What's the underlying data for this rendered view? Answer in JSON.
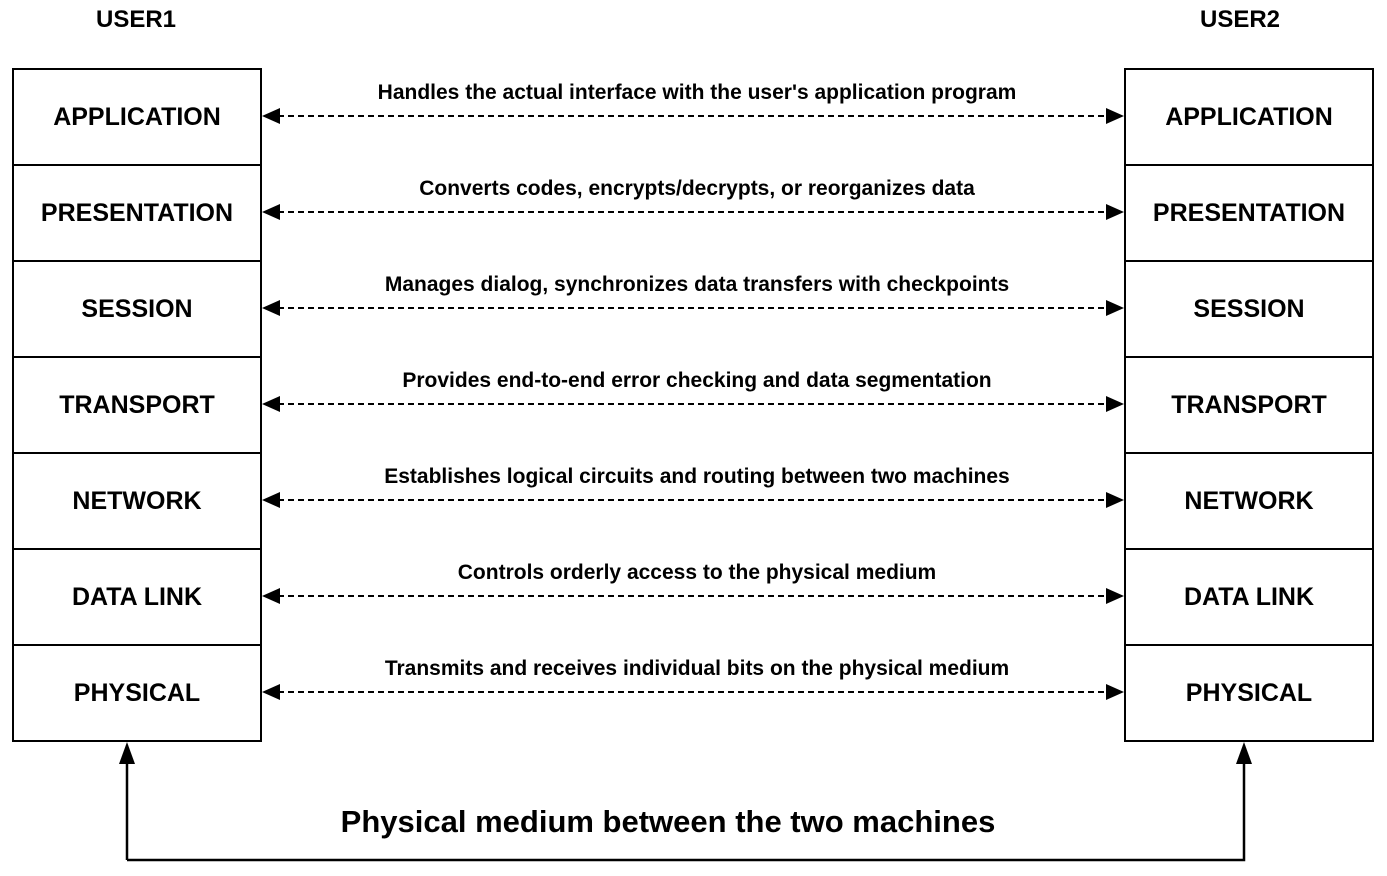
{
  "users": {
    "left": "USER1",
    "right": "USER2"
  },
  "layers": [
    {
      "name": "APPLICATION",
      "description": "Handles the actual interface with the user's application program"
    },
    {
      "name": "PRESENTATION",
      "description": "Converts codes, encrypts/decrypts, or reorganizes data"
    },
    {
      "name": "SESSION",
      "description": "Manages dialog, synchronizes data transfers with checkpoints"
    },
    {
      "name": "TRANSPORT",
      "description": "Provides end-to-end error checking and data segmentation"
    },
    {
      "name": "NETWORK",
      "description": "Establishes logical circuits and routing between two machines"
    },
    {
      "name": "DATA LINK",
      "description": "Controls orderly access to the physical medium"
    },
    {
      "name": "PHYSICAL",
      "description": "Transmits and receives individual bits on the physical medium"
    }
  ],
  "physical_medium_label": "Physical medium between the two machines",
  "colors": {
    "line": "#000000",
    "background": "#ffffff"
  }
}
